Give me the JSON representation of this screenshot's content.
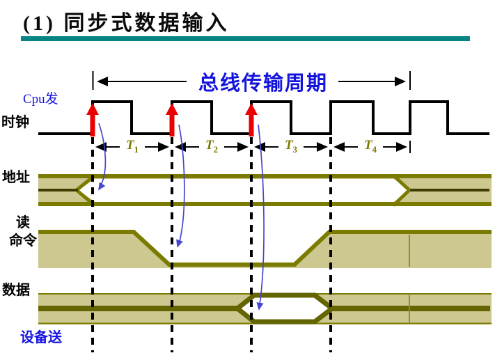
{
  "slide": {
    "title": "(1) 同步式数据输入"
  },
  "diagram": {
    "bus_cycle_label": "总线传输周期",
    "cpu_sends_label": "Cpu发",
    "clock_label": "时钟",
    "address_label": "地址",
    "read_command_label_line1": "读",
    "read_command_label_line2": "命令",
    "data_label": "数据",
    "device_sends_label": "设备送",
    "t_labels": [
      {
        "base": "T",
        "sub": "1"
      },
      {
        "base": "T",
        "sub": "2"
      },
      {
        "base": "T",
        "sub": "3"
      },
      {
        "base": "T",
        "sub": "4"
      }
    ]
  },
  "colors": {
    "title_rule_teal": "#088484",
    "signal_olive": "#7b7b00",
    "signal_fill_tan": "#cdc790",
    "address_center_line_dark": "#3e3e00",
    "data_center_line": "#646400",
    "label_blue": "#1414dd",
    "t_label_olive": "#7b7b00",
    "clock_edge_red": "#ea0000",
    "pointer_arrow_blue": "#4646cf",
    "waveform_black": "#000000"
  }
}
